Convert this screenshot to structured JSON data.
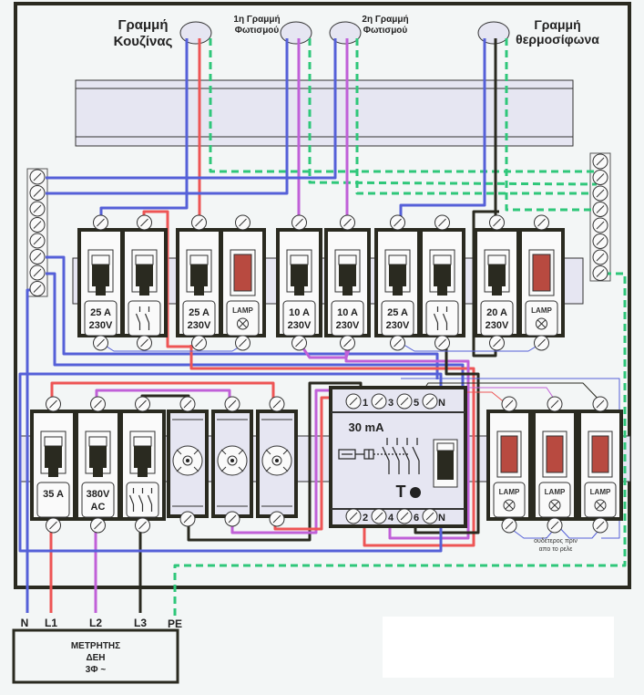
{
  "colors": {
    "neutral": "#5560d8",
    "l1": "#ee5555",
    "l2": "#c060d8",
    "l3": "#2a2a20",
    "earth": "#2fc77a",
    "lamp": "#b84a40",
    "rail": "#e6e6f2",
    "frame": "#2a2a20"
  },
  "circuits": {
    "kitchen": "Γραμμή Κουζίνας",
    "kitchen_line1": "Γραμμή",
    "kitchen_line2": "Κουζίνας",
    "light1_line1": "1η Γραμμή",
    "light1_line2": "Φωτισμού",
    "light2_line1": "2η Γραμμή",
    "light2_line2": "Φωτισμού",
    "heater_line1": "Γραμμή",
    "heater_line2": "θερμοσίφωνα"
  },
  "upper_row": [
    {
      "type": "breaker",
      "line1": "25 A",
      "line2": "230V"
    },
    {
      "type": "switch",
      "line1": "",
      "line2": ""
    },
    {
      "type": "breaker",
      "line1": "25 A",
      "line2": "230V"
    },
    {
      "type": "lamp",
      "line1": "LAMP",
      "line2": ""
    },
    {
      "type": "breaker",
      "line1": "10 A",
      "line2": "230V"
    },
    {
      "type": "breaker",
      "line1": "10 A",
      "line2": "230V"
    },
    {
      "type": "breaker",
      "line1": "25 A",
      "line2": "230V"
    },
    {
      "type": "switch",
      "line1": "",
      "line2": ""
    },
    {
      "type": "breaker",
      "line1": "20 A",
      "line2": "230V"
    },
    {
      "type": "lamp",
      "line1": "LAMP",
      "line2": ""
    }
  ],
  "lower_row": {
    "main_breaker": "35 A",
    "voltage_line1": "380V",
    "voltage_line2": "AC",
    "rcd": {
      "rating": "30 mA",
      "test": "T",
      "top_terminals": [
        "1",
        "3",
        "5",
        "N"
      ],
      "bottom_terminals": [
        "2",
        "4",
        "6",
        "N"
      ]
    },
    "lamps": [
      "LAMP",
      "LAMP",
      "LAMP"
    ],
    "note_line1": "ουδέτερος πριν",
    "note_line2": "απο το ρελε"
  },
  "supply_labels": [
    "N",
    "L1",
    "L2",
    "L3",
    "PE"
  ],
  "meter": {
    "line1": "ΜΕΤΡΗΤΗΣ",
    "line2": "ΔΕΗ",
    "line3": "3Φ ~"
  }
}
